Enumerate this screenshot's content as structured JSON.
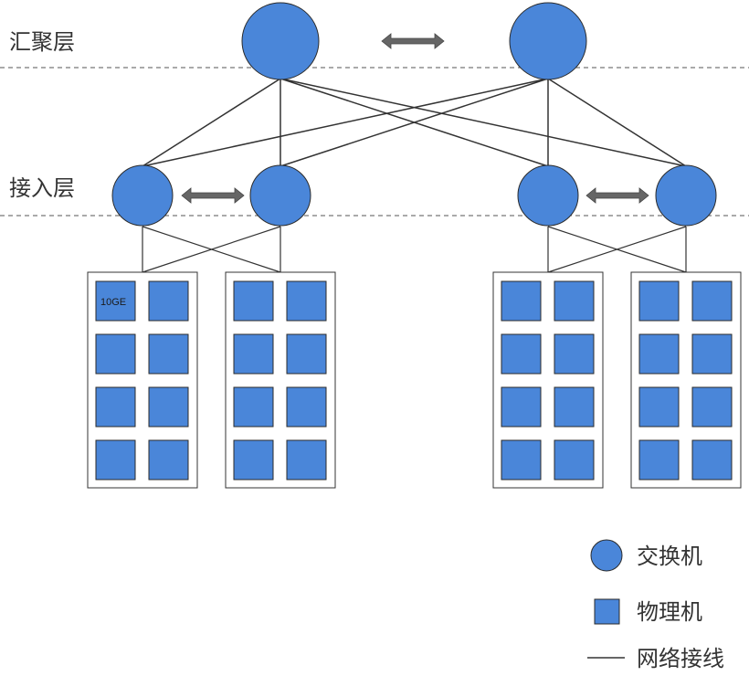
{
  "layers": {
    "aggregation": "汇聚层",
    "access": "接入层"
  },
  "port_label": "10GE",
  "legend": {
    "switch": "交换机",
    "server": "物理机",
    "link": "网络接线"
  },
  "colors": {
    "node_fill": "#4a86d9",
    "node_stroke": "#2b2b2b",
    "link": "#333333",
    "arrow": "#666666"
  }
}
